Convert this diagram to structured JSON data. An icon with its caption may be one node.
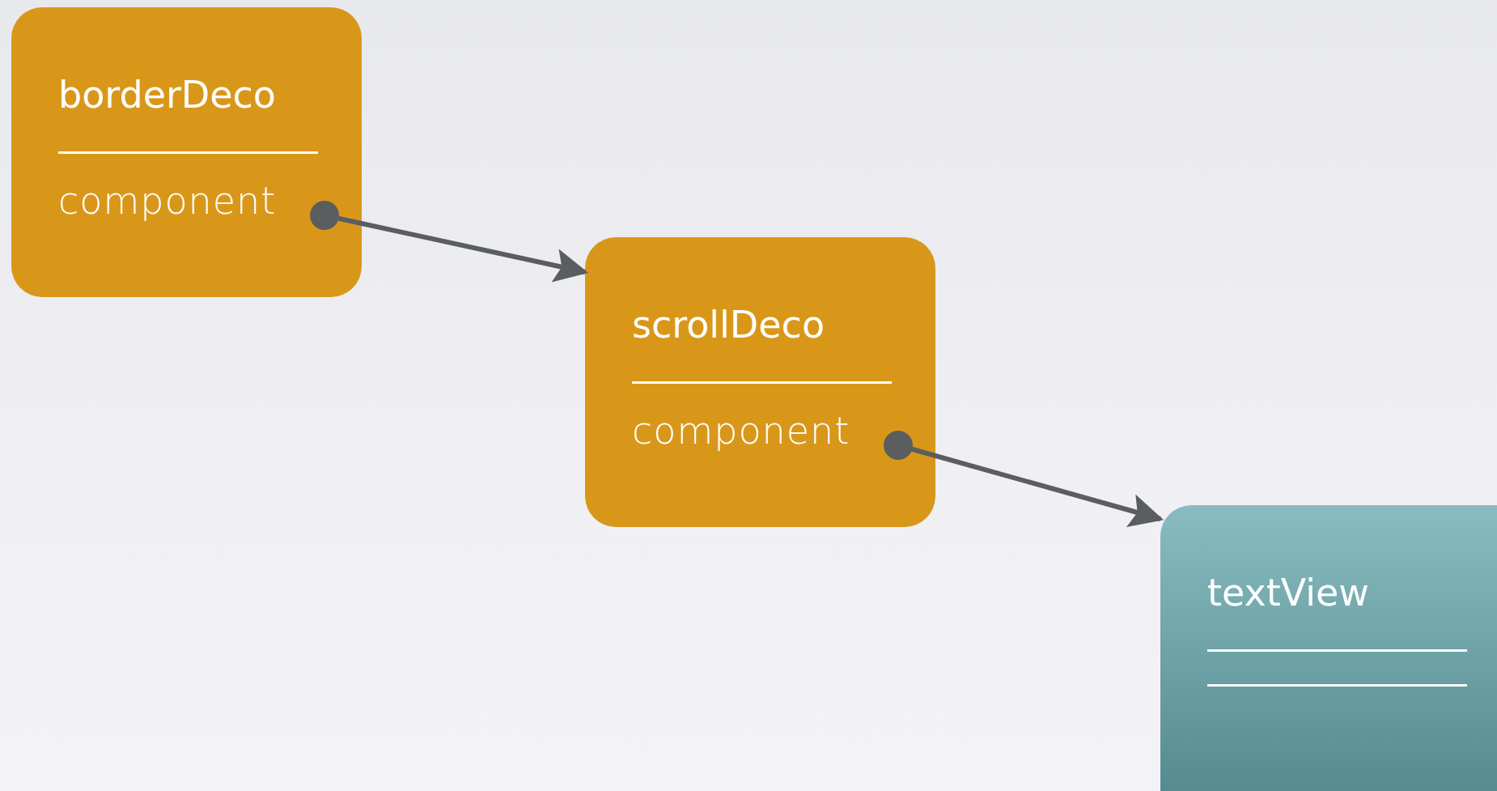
{
  "diagram": {
    "nodes": [
      {
        "text": [
          "borderDeco",
          "component"
        ]
      },
      {
        "text": [
          "scrollDeco",
          "component"
        ]
      },
      {
        "text": [
          "textView"
        ]
      }
    ],
    "edges": [
      {
        "from": 0,
        "to": 1,
        "arrow": "to"
      },
      {
        "from": 1,
        "to": 2,
        "arrow": "to"
      }
    ]
  }
}
